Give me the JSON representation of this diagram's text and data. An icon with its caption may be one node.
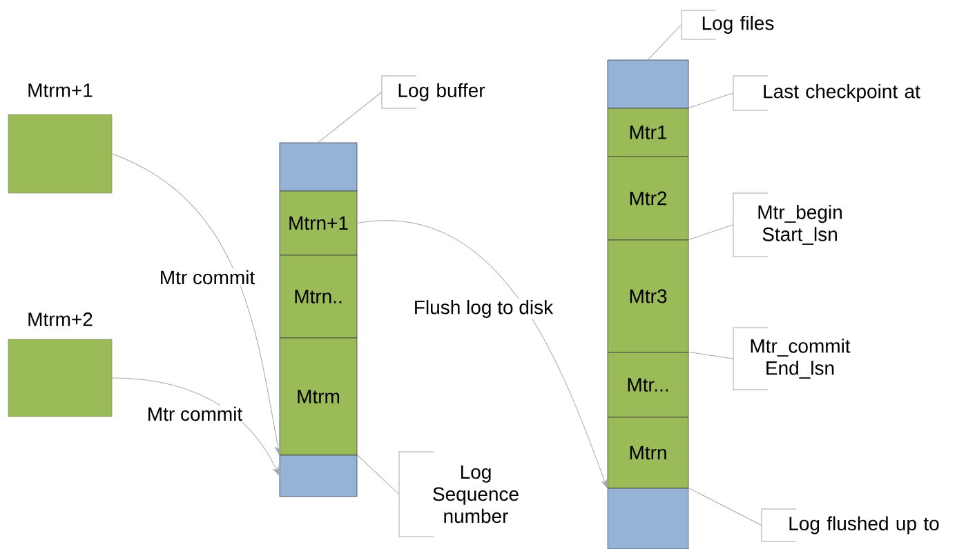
{
  "diagram": {
    "nodes": [
      {
        "text": [
          "Mtrm+1"
        ]
      },
      {
        "text": [
          "Mtrm+2"
        ]
      },
      {
        "text": [],
        "shape": "box"
      },
      {
        "text": [
          "Mtrn+1"
        ]
      },
      {
        "text": [
          "Mtrn.."
        ]
      },
      {
        "text": [
          "Mtrm"
        ]
      },
      {
        "text": [],
        "shape": "box"
      },
      {
        "text": [],
        "shape": "box"
      },
      {
        "text": [
          "Mtr1"
        ]
      },
      {
        "text": [
          "Mtr2"
        ]
      },
      {
        "text": [
          "Mtr3"
        ]
      },
      {
        "text": [
          "Mtr..."
        ]
      },
      {
        "text": [
          "Mtrn"
        ]
      },
      {
        "text": [],
        "shape": "box"
      },
      {
        "text": [
          "Log buffer"
        ]
      },
      {
        "text": [
          "Log Sequence number"
        ]
      },
      {
        "text": [
          "Log files"
        ]
      },
      {
        "text": [
          "Last checkpoint at"
        ]
      },
      {
        "text": [
          "Mtr_begin Start_lsn"
        ]
      },
      {
        "text": [
          "Mtr_commit End_lsn"
        ]
      },
      {
        "text": [
          "Log flushed up to"
        ]
      }
    ],
    "edges": [
      {
        "from": 0,
        "to": 5,
        "arrow": "to",
        "label": "Mtr commit"
      },
      {
        "from": 1,
        "to": 6,
        "arrow": "to",
        "label": "Mtr commit"
      },
      {
        "from": 3,
        "to": 12,
        "arrow": "to",
        "label": "Flush log to disk"
      },
      {
        "from": 14,
        "to": 2,
        "arrow": "none"
      },
      {
        "from": 15,
        "to": 6,
        "arrow": "none"
      },
      {
        "from": 16,
        "to": 7,
        "arrow": "none"
      },
      {
        "from": 17,
        "to": 8,
        "arrow": "none"
      },
      {
        "from": 18,
        "to": 10,
        "arrow": "none"
      },
      {
        "from": 19,
        "to": 11,
        "arrow": "none"
      },
      {
        "from": 20,
        "to": 13,
        "arrow": "none"
      }
    ]
  }
}
